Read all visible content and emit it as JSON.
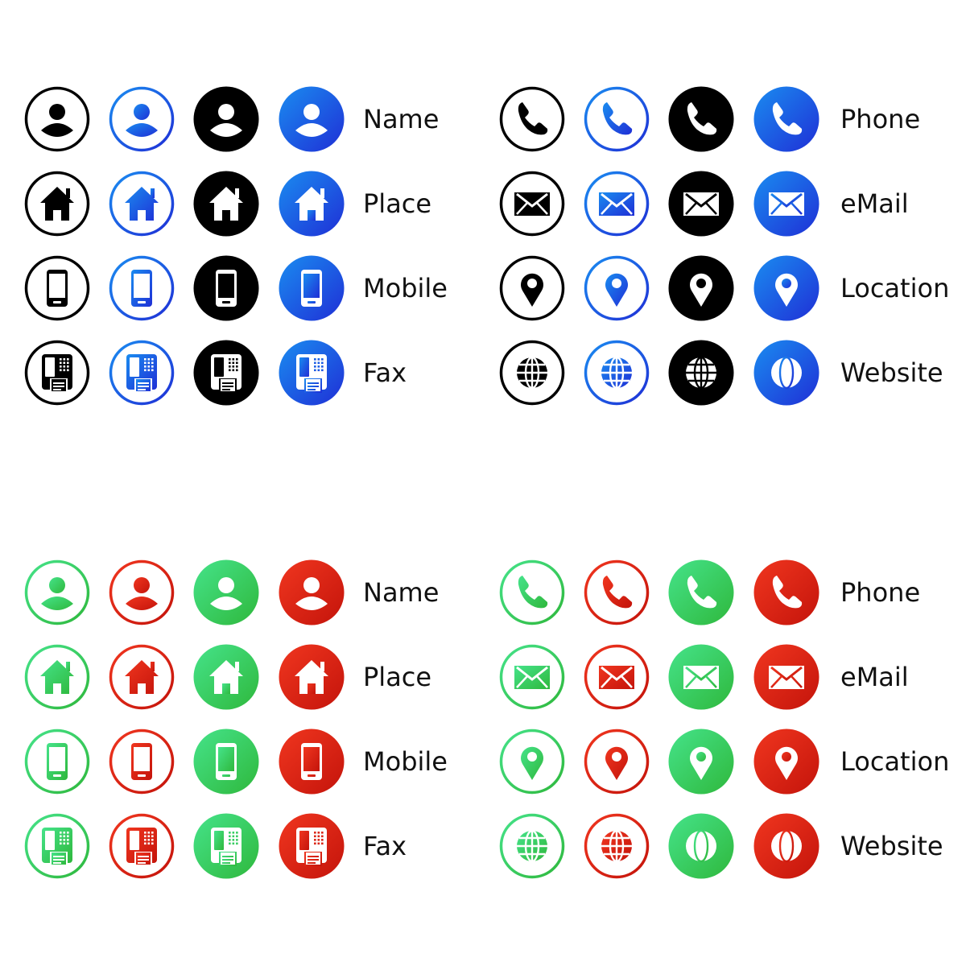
{
  "sets": [
    {
      "name": "top-left",
      "items": [
        {
          "icon": "person-icon",
          "label": "Name"
        },
        {
          "icon": "house-icon",
          "label": "Place"
        },
        {
          "icon": "smartphone-icon",
          "label": "Mobile"
        },
        {
          "icon": "fax-icon",
          "label": "Fax"
        }
      ]
    },
    {
      "name": "top-right",
      "items": [
        {
          "icon": "phone-handset-icon",
          "label": "Phone"
        },
        {
          "icon": "envelope-icon",
          "label": "eMail"
        },
        {
          "icon": "map-pin-icon",
          "label": "Location"
        },
        {
          "icon": "globe-icon",
          "label": "Website"
        }
      ]
    },
    {
      "name": "bottom-left",
      "items": [
        {
          "icon": "person-icon",
          "label": "Name"
        },
        {
          "icon": "house-icon",
          "label": "Place"
        },
        {
          "icon": "smartphone-icon",
          "label": "Mobile"
        },
        {
          "icon": "fax-icon",
          "label": "Fax"
        }
      ]
    },
    {
      "name": "bottom-right",
      "items": [
        {
          "icon": "phone-handset-icon",
          "label": "Phone"
        },
        {
          "icon": "envelope-icon",
          "label": "eMail"
        },
        {
          "icon": "map-pin-icon",
          "label": "Location"
        },
        {
          "icon": "globe-icon",
          "label": "Website"
        }
      ]
    }
  ],
  "variants": {
    "top": [
      "outline-black",
      "outline-blue",
      "filled-black",
      "filled-blue"
    ],
    "bottom": [
      "outline-green",
      "outline-red",
      "filled-green",
      "filled-red"
    ]
  },
  "colors": {
    "black": "#000000",
    "blue_gradient": [
      "#1a8cf0",
      "#1f2fd6"
    ],
    "green_gradient": [
      "#3ee07a",
      "#2fbf3c"
    ],
    "red_gradient": [
      "#f0331f",
      "#c4140b"
    ],
    "white": "#ffffff",
    "label_text": "#111111"
  }
}
